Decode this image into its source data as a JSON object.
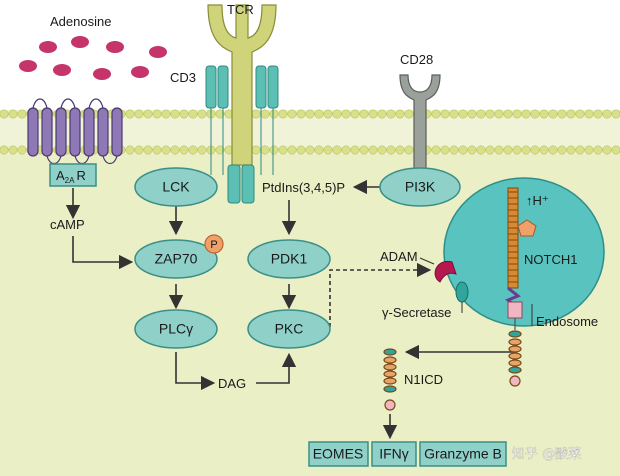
{
  "labels": {
    "adenosine": "Adenosine",
    "tcr": "TCR",
    "cd3": "CD3",
    "cd28": "CD28",
    "a2ar_a": "A",
    "a2ar_sub": "2A",
    "a2ar_r": "R",
    "camp": "cAMP",
    "ptdins": "PtdIns(3,4,5)P",
    "adam": "ADAM",
    "gamma_secretase": "γ-Secretase",
    "proton": "↑H⁺",
    "notch1": "NOTCH1",
    "endosome": "Endosome",
    "n1icd": "N1ICD",
    "dag": "DAG",
    "phospho": "P",
    "watermark": "知乎 @酸菜"
  },
  "nodes": {
    "lck": "LCK",
    "zap70": "ZAP70",
    "plcg": "PLCγ",
    "pi3k": "PI3K",
    "pdk1": "PDK1",
    "pkc": "PKC"
  },
  "outputs": {
    "eomes": "EOMES",
    "ifng": "IFNγ",
    "granzyme": "Granzyme B"
  },
  "colors": {
    "background_cell": "#eaefc6",
    "membrane_head": "#d8e08a",
    "node_fill": "#8fd0c9",
    "node_stroke": "#3b8f86",
    "endosome_fill": "#59c3c0",
    "receptor_purple": "#8e78b5",
    "adenosine_dot": "#c5346a",
    "tcr_fill": "#cfd37a",
    "cd3_fill": "#5bbfb3",
    "cd28_fill": "#9aa09a",
    "phospho_fill": "#f2a06a"
  }
}
